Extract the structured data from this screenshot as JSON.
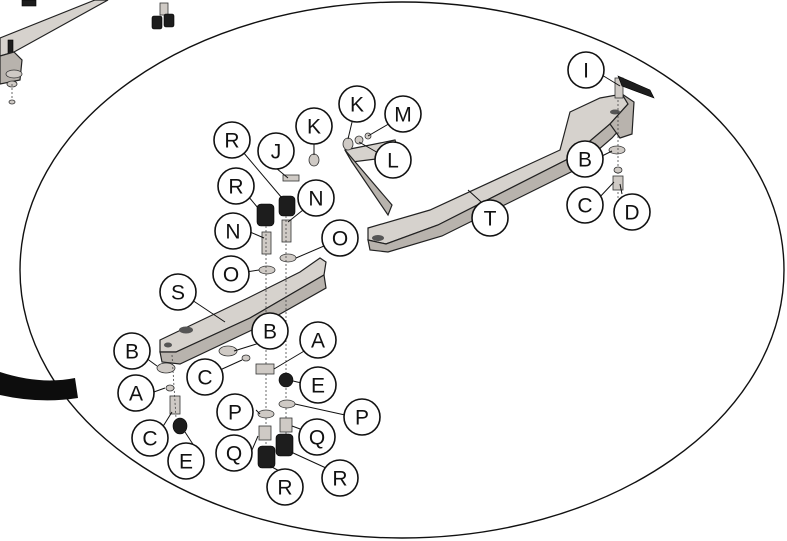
{
  "callouts": [
    "I",
    "B",
    "C",
    "D",
    "T",
    "K",
    "K",
    "M",
    "L",
    "J",
    "R",
    "R",
    "N",
    "N",
    "O",
    "O",
    "S",
    "B",
    "A",
    "C",
    "E",
    "B",
    "C",
    "A",
    "E",
    "P",
    "P",
    "Q",
    "Q",
    "R",
    "R"
  ]
}
